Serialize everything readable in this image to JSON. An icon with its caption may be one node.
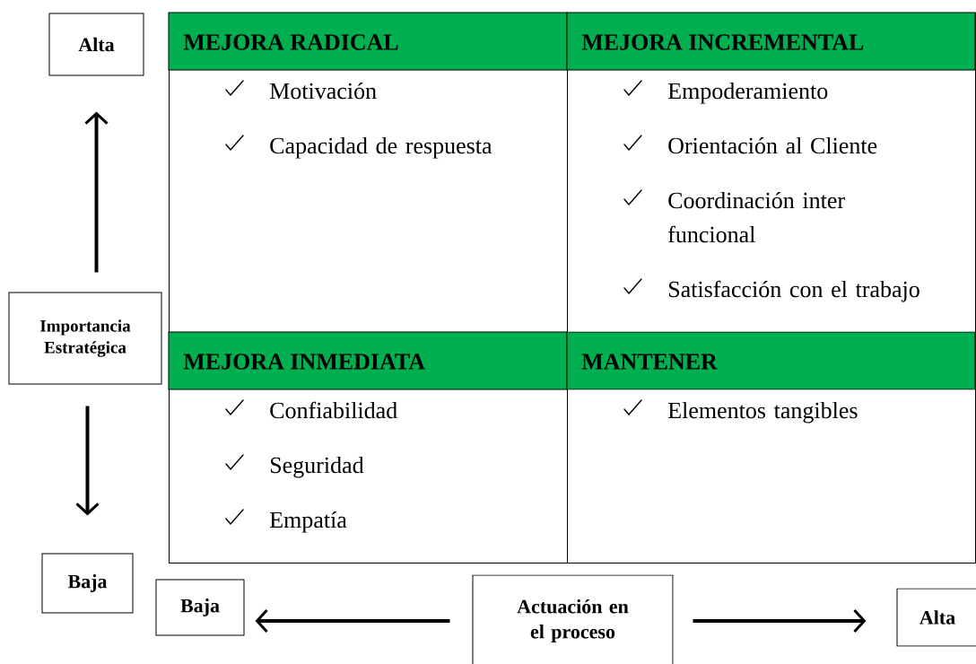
{
  "diagram": {
    "nodes": [
      {
        "text": [
          "Alta"
        ]
      },
      {
        "text": [
          "Importancia Estratégica"
        ]
      },
      {
        "text": [
          "Baja"
        ]
      },
      {
        "text": [
          "Baja"
        ]
      },
      {
        "text": [
          "Actuación en el proceso"
        ]
      },
      {
        "text": [
          "Alta"
        ]
      },
      {
        "text": [
          "MEJORA RADICAL",
          "Motivación",
          "Capacidad de respuesta"
        ]
      },
      {
        "text": [
          "MEJORA INCREMENTAL",
          "Empoderamiento",
          "Orientación al Cliente",
          "Coordinación inter funcional",
          "Satisfacción con el trabajo"
        ]
      },
      {
        "text": [
          "MEJORA INMEDIATA",
          "Confiabilidad",
          "Seguridad",
          "Empatía"
        ]
      },
      {
        "text": [
          "MANTENER",
          "Elementos tangibles"
        ]
      }
    ],
    "edges": [
      {
        "from": 1,
        "to": 0,
        "arrow": "to"
      },
      {
        "from": 1,
        "to": 2,
        "arrow": "to"
      },
      {
        "from": 4,
        "to": 3,
        "arrow": "to"
      },
      {
        "from": 4,
        "to": 5,
        "arrow": "to"
      }
    ]
  }
}
